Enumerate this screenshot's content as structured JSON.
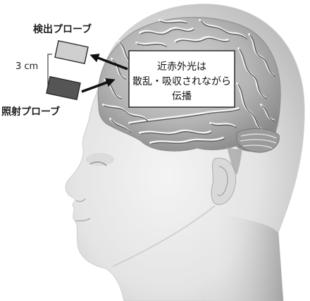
{
  "labels": {
    "detection_probe": "検出プローブ",
    "irradiation_probe": "照射プローブ",
    "distance": "3 cm"
  },
  "callout": {
    "lines": [
      "近赤外光は",
      "散乱・吸収されながら",
      "伝播"
    ]
  },
  "colors": {
    "detection_probe_fill": "#cfcfcf",
    "irradiation_probe_fill": "#555555",
    "arrow": "#111111",
    "callout_border": "#111111"
  },
  "icons": {
    "head": "human-head-profile-icon",
    "brain": "brain-icon"
  }
}
